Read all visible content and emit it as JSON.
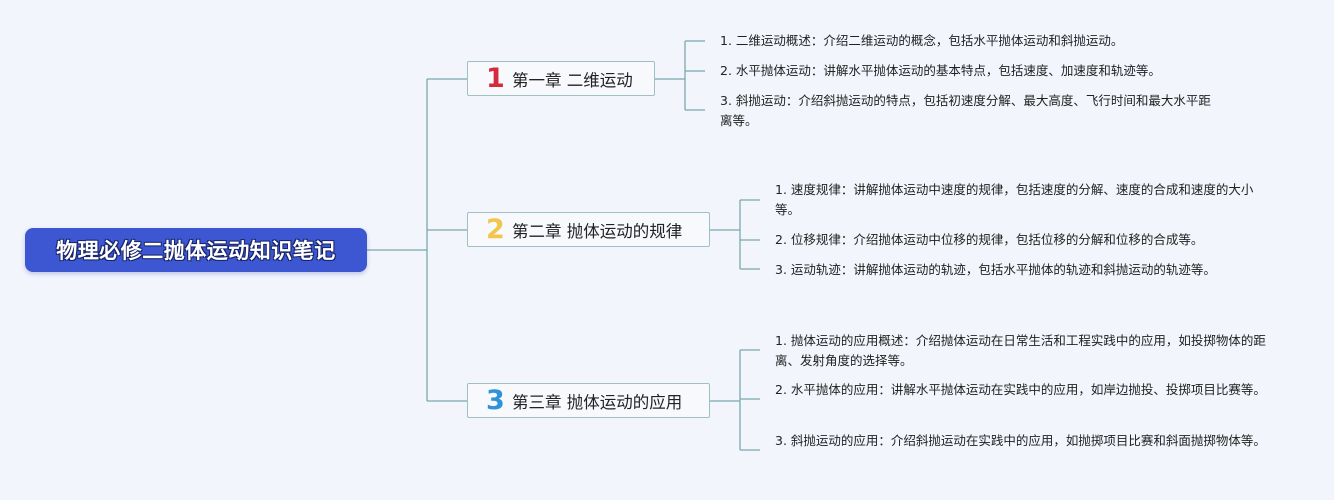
{
  "root": {
    "title": "物理必修二抛体运动知识笔记"
  },
  "colors": {
    "root_fill": "#3d57d2",
    "connector": "#7aa9ad",
    "chapter_border": "#9fc0c4"
  },
  "chapters": [
    {
      "number": "1",
      "number_color": "#d42a3c",
      "title": "第一章 二维运动",
      "items": [
        "1. 二维运动概述：介绍二维运动的概念，包括水平抛体运动和斜抛运动。",
        "2. 水平抛体运动：讲解水平抛体运动的基本特点，包括速度、加速度和轨迹等。",
        "3. 斜抛运动：介绍斜抛运动的特点，包括初速度分解、最大高度、飞行时间和最大水平距离等。"
      ]
    },
    {
      "number": "2",
      "number_color": "#f3c64a",
      "title": "第二章 抛体运动的规律",
      "items": [
        "1. 速度规律：讲解抛体运动中速度的规律，包括速度的分解、速度的合成和速度的大小等。",
        "2. 位移规律：介绍抛体运动中位移的规律，包括位移的分解和位移的合成等。",
        "3. 运动轨迹：讲解抛体运动的轨迹，包括水平抛体的轨迹和斜抛运动的轨迹等。"
      ]
    },
    {
      "number": "3",
      "number_color": "#2e92d8",
      "title": "第三章 抛体运动的应用",
      "items": [
        "1. 抛体运动的应用概述：介绍抛体运动在日常生活和工程实践中的应用，如投掷物体的距离、发射角度的选择等。",
        "2. 水平抛体的应用：讲解水平抛体运动在实践中的应用，如岸边抛投、投掷项目比赛等。",
        "3. 斜抛运动的应用：介绍斜抛运动在实践中的应用，如抛掷项目比赛和斜面抛掷物体等。"
      ]
    }
  ]
}
